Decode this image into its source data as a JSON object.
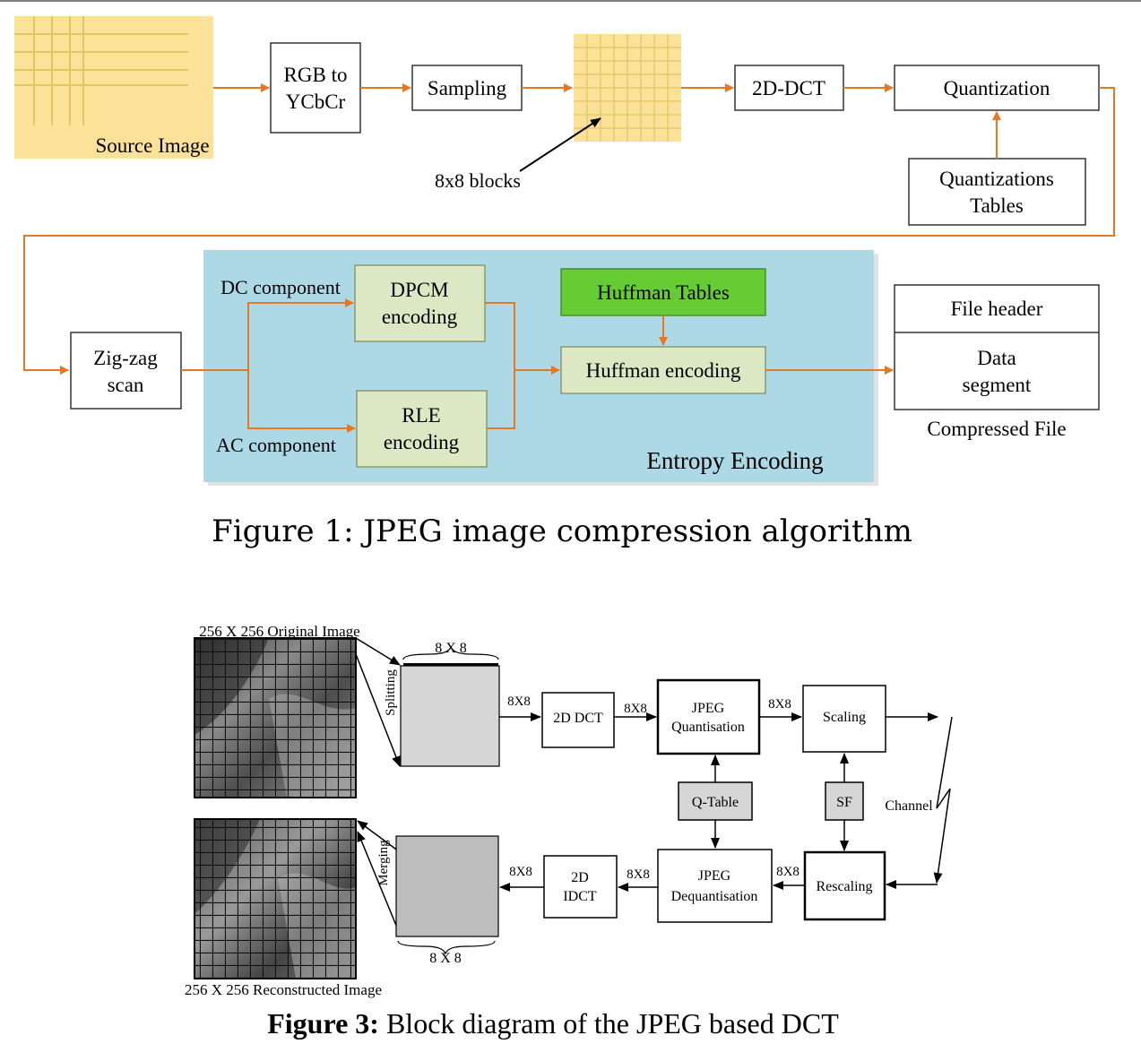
{
  "figure1": {
    "caption": "Figure 1: JPEG image compression algorithm",
    "source_image": "Source Image",
    "rgb_line1": "RGB to",
    "rgb_line2": "YCbCr",
    "sampling": "Sampling",
    "blocks_label": "8x8 blocks",
    "dct": "2D-DCT",
    "quantization": "Quantization",
    "qtables_line1": "Quantizations",
    "qtables_line2": "Tables",
    "zigzag_line1": "Zig-zag",
    "zigzag_line2": "scan",
    "dc_component": "DC component",
    "ac_component": "AC component",
    "dpcm_line1": "DPCM",
    "dpcm_line2": "encoding",
    "rle_line1": "RLE",
    "rle_line2": "encoding",
    "huffman_tables": "Huffman Tables",
    "huffman_encoding": "Huffman encoding",
    "entropy_encoding": "Entropy Encoding",
    "file_header": "File header",
    "data_line1": "Data",
    "data_line2": "segment",
    "compressed_file": "Compressed File",
    "colors": {
      "orange": "#E87722",
      "yellow": "#FCE199",
      "panel": "#ADD8E6",
      "green": "#66CC33",
      "lightgreen": "#DCE8C4"
    }
  },
  "figure3": {
    "caption_bold": "Figure 3:",
    "caption_rest": " Block diagram of the JPEG based DCT",
    "original_label": "256 X 256 Original Image",
    "reconstructed_label": "256 X 256 Reconstructed Image",
    "splitting": "Splitting",
    "merging": "Merging",
    "block_top": "8 X 8",
    "block_bottom": "8 X 8",
    "size_8x8": "8X8",
    "dct": "2D DCT",
    "quant_line1": "JPEG",
    "quant_line2": "Quantisation",
    "scaling": "Scaling",
    "qtable": "Q-Table",
    "sf": "SF",
    "channel": "Channel",
    "idct_line1": "2D",
    "idct_line2": "IDCT",
    "dequant_line1": "JPEG",
    "dequant_line2": "Dequantisation",
    "rescaling": "Rescaling"
  }
}
